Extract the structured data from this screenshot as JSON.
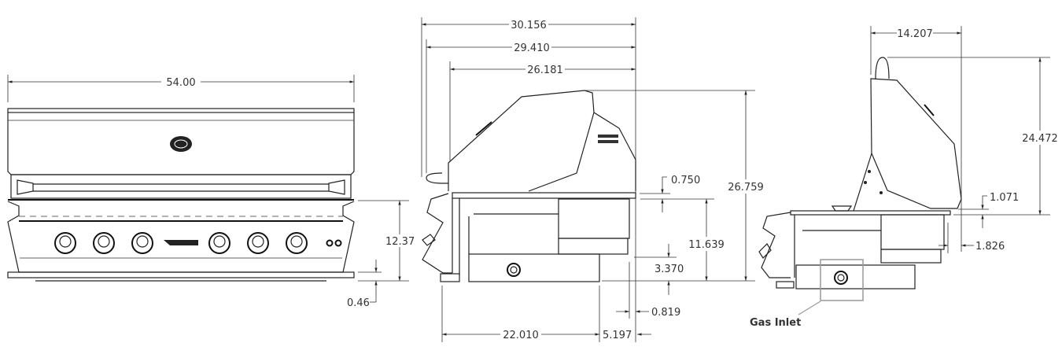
{
  "front_view": {
    "width": "54.00",
    "panel_height": "12.37",
    "bottom_offset": "0.46"
  },
  "side_view": {
    "overall_depth": "30.156",
    "depth_with_handle": "29.410",
    "hood_depth": "26.181",
    "overall_height": "26.759",
    "lip": "0.750",
    "cutout_height": "11.639",
    "drop": "3.370",
    "rear_offset": "0.819",
    "base_depth": "22.010",
    "rear_overhang": "5.197"
  },
  "rear_open_view": {
    "hood_open_depth": "14.207",
    "hood_open_height": "24.472",
    "lip": "1.071",
    "rear_offset": "1.826",
    "gas_inlet_label": "Gas Inlet"
  },
  "colors": {
    "line": "#222222",
    "callout_box": "#999999"
  }
}
